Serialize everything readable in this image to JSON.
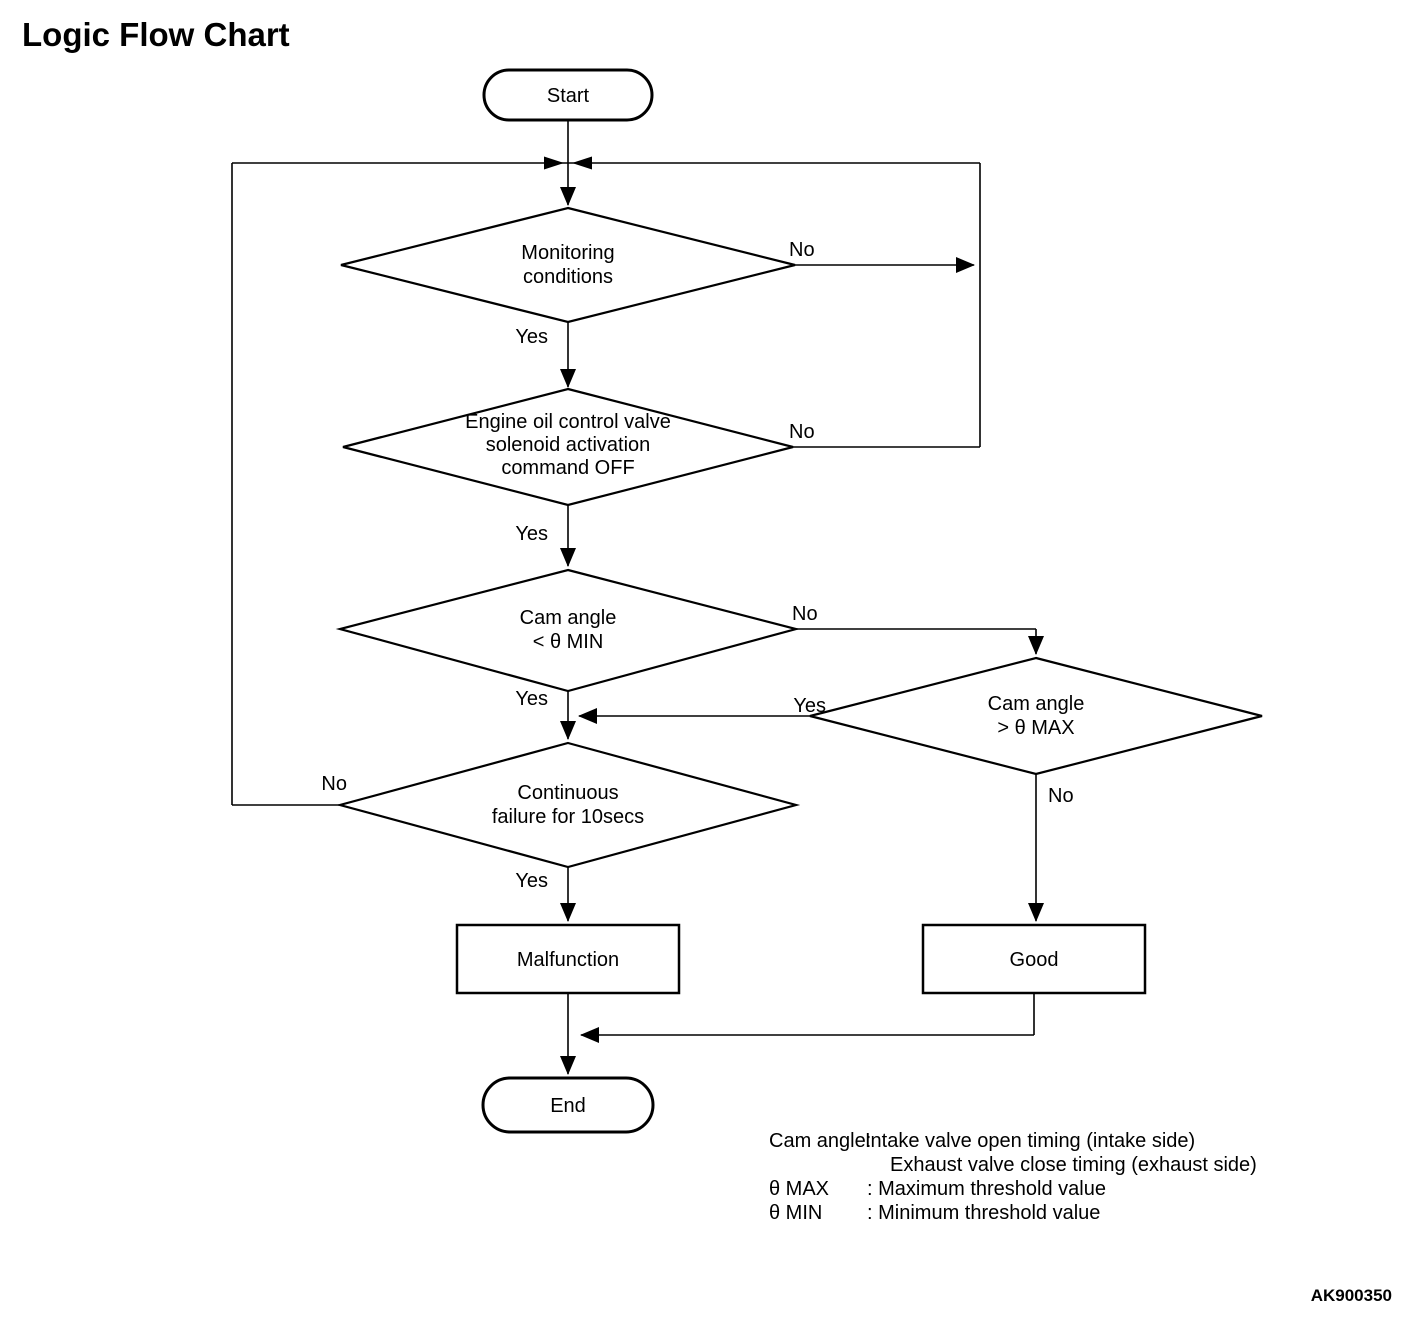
{
  "title": "Logic Flow Chart",
  "figure_code": "AK900350",
  "colors": {
    "line": "#000000",
    "background": "#ffffff",
    "text": "#000000"
  },
  "flowchart": {
    "nodes": {
      "start": {
        "label": "Start"
      },
      "monitoring": {
        "lines": [
          "Monitoring",
          "conditions"
        ]
      },
      "engine_oil": {
        "lines": [
          "Engine oil control valve",
          "solenoid activation",
          "command OFF"
        ]
      },
      "cam_min": {
        "lines": [
          "Cam angle",
          "< θ MIN"
        ]
      },
      "cam_max": {
        "lines": [
          "Cam angle",
          "> θ MAX"
        ]
      },
      "continuous": {
        "lines": [
          "Continuous",
          "failure for 10secs"
        ]
      },
      "malfunction": {
        "label": "Malfunction"
      },
      "good": {
        "label": "Good"
      },
      "end": {
        "label": "End"
      }
    },
    "edge_labels": {
      "monitoring_no": "No",
      "monitoring_yes": "Yes",
      "engine_oil_no": "No",
      "engine_oil_yes": "Yes",
      "cam_min_no": "No",
      "cam_min_yes": "Yes",
      "cam_max_yes": "Yes",
      "cam_max_no": "No",
      "continuous_no": "No",
      "continuous_yes": "Yes"
    }
  },
  "legend": {
    "rows": [
      {
        "term": "Cam angle:",
        "definition": "Intake valve open timing (intake side)"
      },
      {
        "term": "",
        "definition": "Exhaust valve close timing (exhaust side)"
      },
      {
        "term": "θ MAX",
        "definition": ": Maximum threshold value"
      },
      {
        "term": "θ MIN",
        "definition": ": Minimum threshold value"
      }
    ]
  }
}
